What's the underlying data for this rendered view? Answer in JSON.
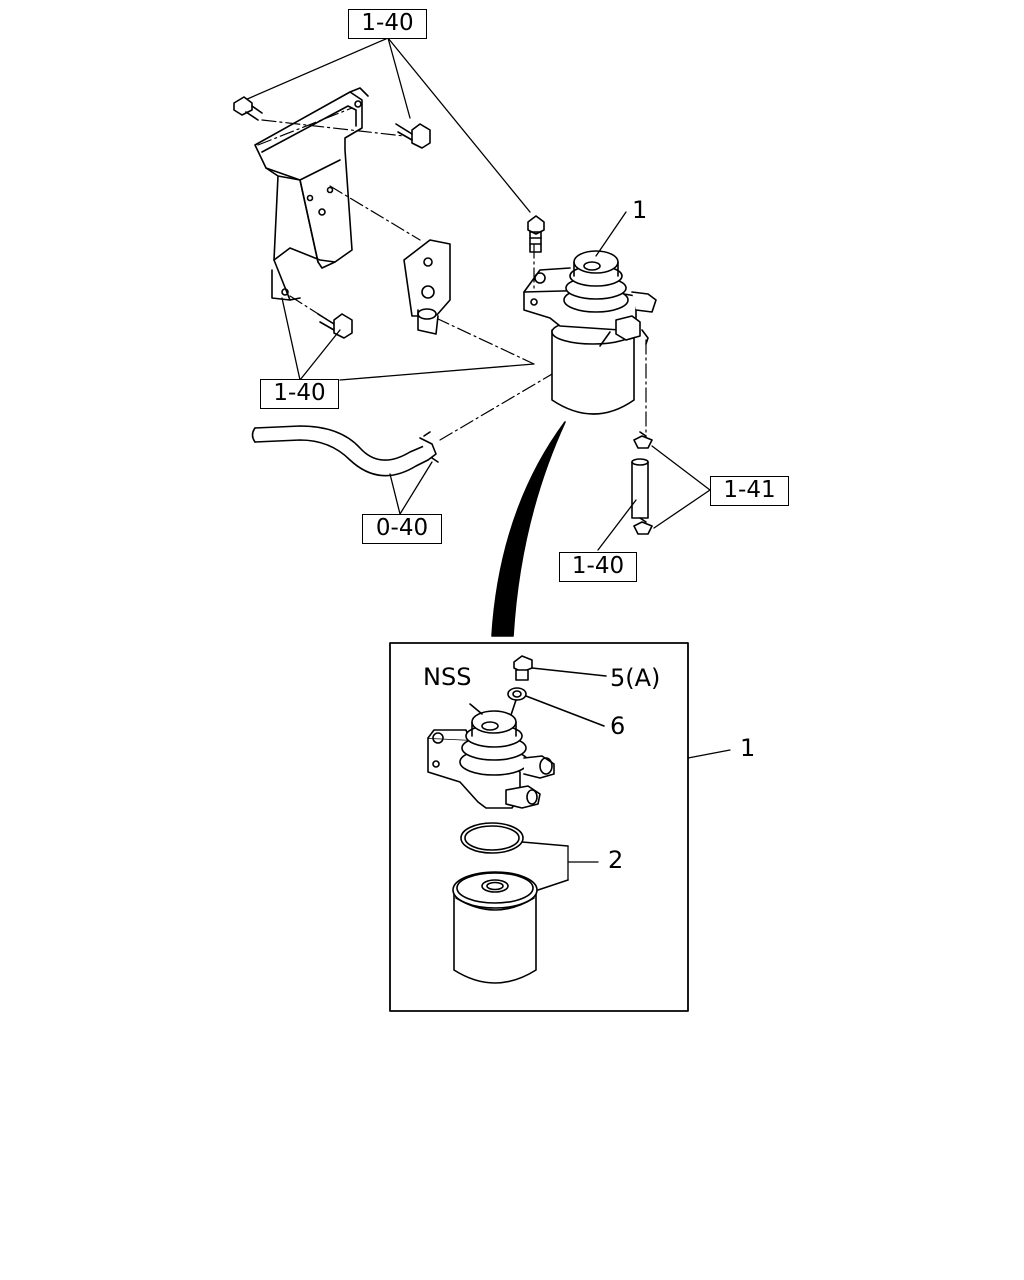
{
  "callouts": {
    "ref_top": "1-40",
    "ref_left": "1-40",
    "ref_hose": "0-40",
    "ref_clip": "1-41",
    "ref_pipe": "1-40"
  },
  "part_numbers": {
    "assembly_upper": "1",
    "assembly_detail": "1",
    "element": "2",
    "plug": "5(A)",
    "washer": "6",
    "head_note": "NSS"
  },
  "colors": {
    "line": "#000000",
    "background": "#ffffff"
  }
}
